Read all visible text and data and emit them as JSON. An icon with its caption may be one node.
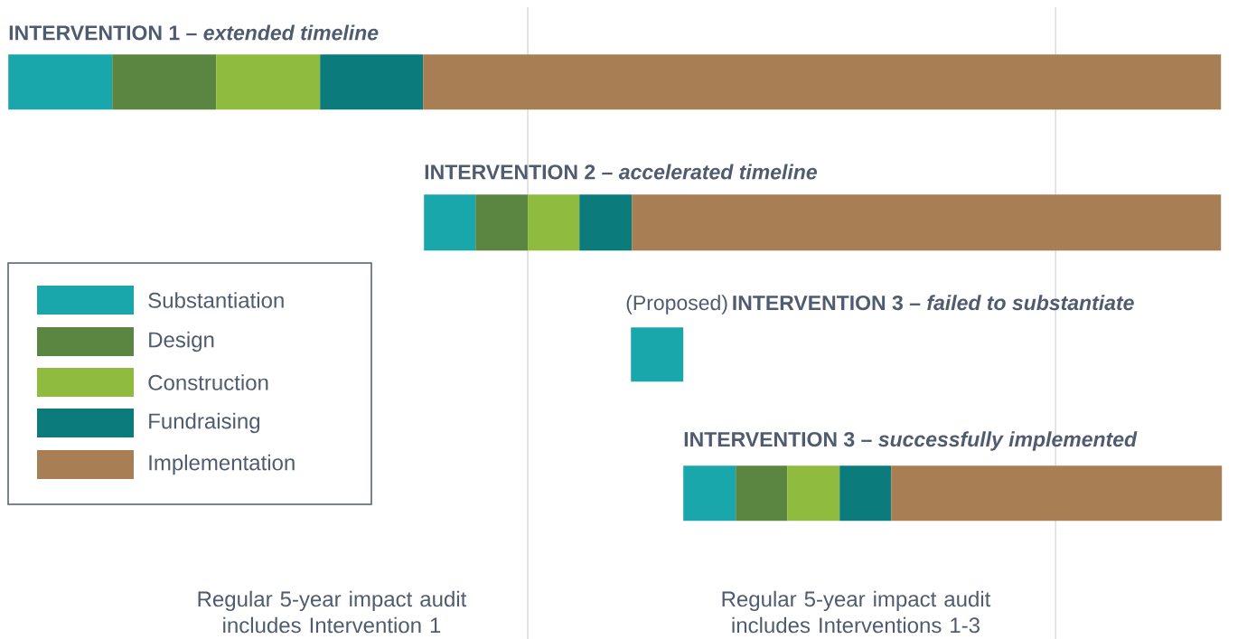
{
  "diagram": {
    "nodes": [
      {
        "text": [
          "INTERVENTION 1 – *extended timeline*"
        ]
      },
      {
        "text": [],
        "shape": "bar"
      },
      {
        "text": [],
        "shape": "bar"
      },
      {
        "text": [],
        "shape": "bar"
      },
      {
        "text": [],
        "shape": "bar"
      },
      {
        "text": [],
        "shape": "bar"
      },
      {
        "text": [
          "INTERVENTION 2 – *accelerated timeline*"
        ]
      },
      {
        "text": [],
        "shape": "bar"
      },
      {
        "text": [],
        "shape": "bar"
      },
      {
        "text": [],
        "shape": "bar"
      },
      {
        "text": [],
        "shape": "bar"
      },
      {
        "text": [],
        "shape": "bar"
      },
      {
        "text": [
          "(Proposed)",
          "INTERVENTION 3 – *failed to substantiate*"
        ]
      },
      {
        "text": [],
        "shape": "bar"
      },
      {
        "text": [
          "INTERVENTION 3 – *successfully implemented*"
        ]
      },
      {
        "text": [],
        "shape": "bar"
      },
      {
        "text": [],
        "shape": "bar"
      },
      {
        "text": [],
        "shape": "bar"
      },
      {
        "text": [],
        "shape": "bar"
      },
      {
        "text": [],
        "shape": "bar"
      }
    ],
    "labels": [
      "Regular 5-year impact audit includes Intervention 1",
      "Regular 5-year impact audit includes Interventions 1-3"
    ],
    "legend": [
      {
        "text": "Substantiation",
        "color": "#1aa7ac"
      },
      {
        "text": "Design",
        "color": "#5a8641"
      },
      {
        "text": "Construction",
        "color": "#8fbc3f"
      },
      {
        "text": "Fundraising",
        "color": "#0b7b7c"
      },
      {
        "text": "Implementation",
        "color": "#a87e54"
      }
    ]
  }
}
